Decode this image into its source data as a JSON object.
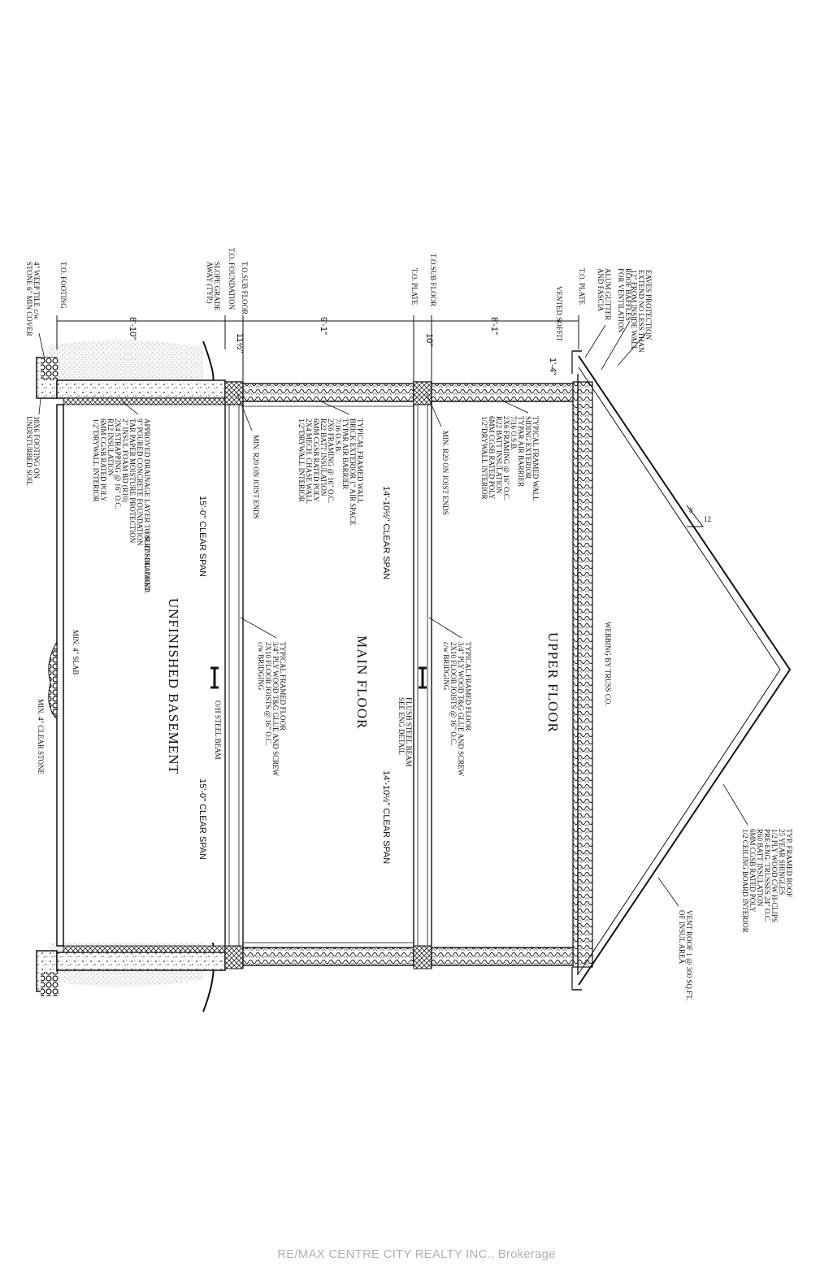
{
  "levels": {
    "to_footing": "T.O. FOOTING",
    "to_foundation": "T.O. FOUNDATION",
    "to_sub_floor_lower": "T.O.SUB FLOOR",
    "to_plate_lower": "T.O. PLATE",
    "to_sub_floor_upper": "T.O.SUB FLOOR",
    "to_plate_upper": "T.O. PLATE"
  },
  "dimensions": {
    "foundation_height": "8'-10\"",
    "foundation_subfloor": "11½\"",
    "main_floor_height": "9'-1\"",
    "upper_joist": "10\"",
    "upper_floor_height": "8'-1\"",
    "soffit": "1'-4\""
  },
  "rooms": {
    "upper": "UPPER FLOOR",
    "main": "MAIN FLOOR",
    "basement": "UNFINISHED BASEMENT"
  },
  "spans": {
    "main_left": "14'-10½\" CLEAR SPAN",
    "main_right": "14'-10½\" CLEAR SPAN",
    "basement_left": "15'-0\" CLEAR SPAN",
    "basement_right": "15'-0\" CLEAR SPAN"
  },
  "notes": {
    "weep_tile": [
      "4\" WEEP TILE c/w",
      "STONE 6\" MIN COVER"
    ],
    "slope_grade": [
      "SLOPE GRADE",
      "AWAY (TYP.)"
    ],
    "footing": [
      "18X6 FOOTING ON",
      "UNDISTURBED SOIL"
    ],
    "foundation_wall": [
      "APPROVED DRAINAGE LAYER TO SUIT SOIL COND.",
      "9\" POURED CONCRETE FOUNDATION",
      "TAR PAPER MOISTURE PROTECTION",
      "2\" INSUL FOAM BD (R10)",
      "2X4 STRAPPING @ 16\" O.C.",
      "R12 INSULATION",
      "6MM CGSB RATED POLY",
      "1/2\"DRYWALL INTERIOR"
    ],
    "r20_blanket": "OR R20 BLANKET",
    "rim_lower": "MIN. R20 ON JOIST ENDS",
    "rim_upper": "MIN. R20 ON JOIST ENDS",
    "main_wall": [
      "TYPICAL FRAMED WALL",
      "BRICK EXTERIOR 1\" AIR SPACE",
      "TYPAR AIR BARRIER",
      "7/16 O.S.B.",
      "2X6 FRAMING @ 16\" O.C.",
      "R22 BATT INSULATION",
      "6MM CGSB RATED POLY",
      "2X4 MECH. CHASE WALL",
      "1/2\"DRYWALL INTERIOR"
    ],
    "upper_wall": [
      "TYPICAL FRAMED WALL",
      "SIDING EXTERIOR",
      "TYPAR AIR BARRIER",
      "7/16 O.S.B.",
      "2X6 FRAMING @ 16\" O.C.",
      "R22 BATT INSULATION",
      "6MM CGSB RATED POLY",
      "1/2\"DRYWALL INTERIOR"
    ],
    "floor_lower": [
      "TYPICAL FRAMED FLOOR",
      "3/4\" PLY WOOD T&G GLUE AND SCREW",
      "2X10 FLOOR JOISTS @ 16\" O.C.",
      "c/w BRIDGING"
    ],
    "floor_upper": [
      "TYPICAL FRAMED FLOOR",
      "3/4\" PLY WOOD T&G GLUE AND SCREW",
      "2X10 FLOOR JOISTS @ 16\" O.C.",
      "c/w BRIDGING"
    ],
    "flush_beam": [
      "FLUSH STEEL BEAM",
      "SEE ENG DETAIL"
    ],
    "oh_beam": "O/H STEEL BEAM",
    "slab": "MIN. 4\" SLAB",
    "clear_stone": "MIN. 4\" CLEAR STONE",
    "webbing": "WEBBING BY TRUSS CO.",
    "eaves": [
      "EAVES PROTECTION",
      "EXTEND NO LESS THAN",
      "12\" FROM INSIDE WALL"
    ],
    "baffles": [
      "ROOF BAFFLES",
      "FOR VENTILATION"
    ],
    "gutter": [
      "ALUM GUTTER",
      "AND FASCIA"
    ],
    "soffit_vent": "VENTED SOFFIT",
    "roof": [
      "TYP. FRAMED ROOF",
      "25 YEAR SHINGLES",
      "1/2 PLY WOOD C/W H-CLIPS",
      "PRE-ENG. TRUSSES 24\" O.C.",
      "R60 BATT INSULATION",
      "6MM CGSB RATED POLY",
      "1/2 CEILING BOARD INTERIOR"
    ],
    "vent_roof": [
      "VENT ROOF 1 @ 300 SQ.FT.",
      "OF INSUL AREA"
    ],
    "pitch_rise": "8",
    "pitch_run": "12"
  },
  "watermark": "RE/MAX CENTRE CITY REALTY INC., Brokerage",
  "colors": {
    "ink": "#111111",
    "watermark": "#969696"
  }
}
